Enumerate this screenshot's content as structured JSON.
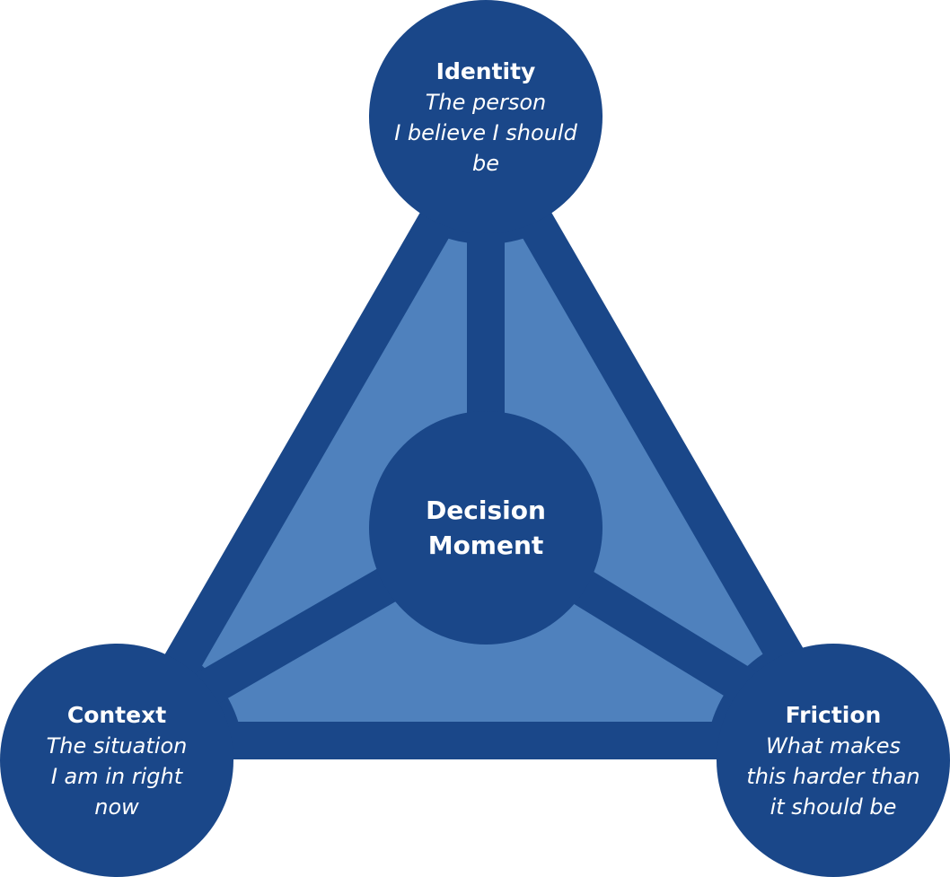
{
  "diagram": {
    "colors": {
      "dark": "#1a4789",
      "light": "#4f81bd",
      "text": "#ffffff",
      "background": "#ffffff"
    },
    "center": {
      "title": "Decision\nMoment"
    },
    "nodes": [
      {
        "id": "identity",
        "title": "Identity",
        "description": "The person\nI believe I should\nbe",
        "position": "top"
      },
      {
        "id": "context",
        "title": "Context",
        "description": "The situation\nI am in right\nnow",
        "position": "bottom-left"
      },
      {
        "id": "friction",
        "title": "Friction",
        "description": "What makes\nthis harder than\nit should be",
        "position": "bottom-right"
      }
    ]
  }
}
